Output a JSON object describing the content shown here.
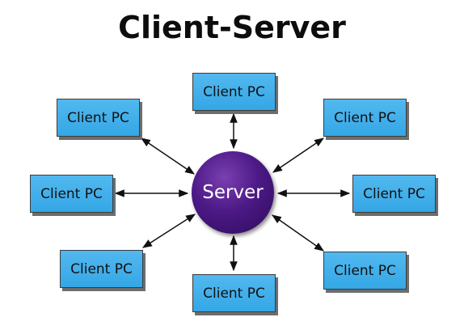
{
  "title": "Client-Server",
  "server": {
    "label": "Server",
    "color": "#4c1a86"
  },
  "clients": [
    {
      "label": "Client PC"
    },
    {
      "label": "Client PC"
    },
    {
      "label": "Client PC"
    },
    {
      "label": "Client PC"
    },
    {
      "label": "Client PC"
    },
    {
      "label": "Client PC"
    },
    {
      "label": "Client PC"
    },
    {
      "label": "Client PC"
    }
  ],
  "colors": {
    "client_fill": "#3fb0ea",
    "client_border": "#3c3c3c",
    "arrow": "#111111"
  }
}
